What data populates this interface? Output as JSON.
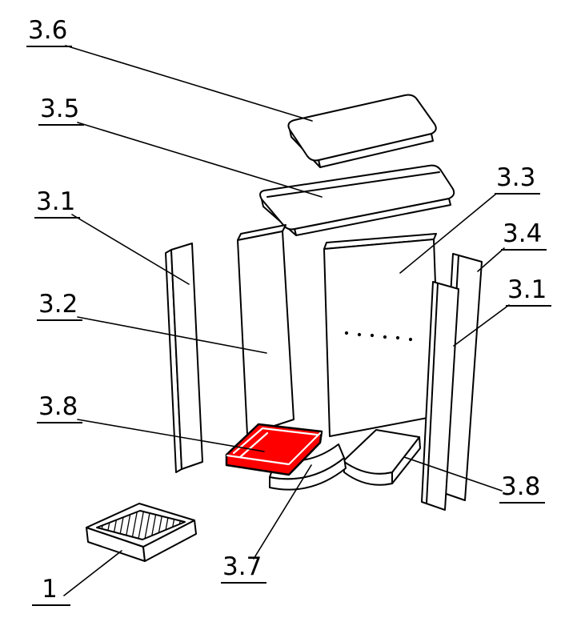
{
  "diagram": {
    "type": "exploded-parts-diagram",
    "background_color": "#ffffff",
    "line_color": "#000000",
    "highlight_color": "#ff0000",
    "highlighted_label": "3.8",
    "labels": {
      "l36": "3.6",
      "l35": "3.5",
      "l31_left": "3.1",
      "l32": "3.2",
      "l38_left": "3.8",
      "l1": "1",
      "l37": "3.7",
      "l33": "3.3",
      "l34": "3.4",
      "l31_right": "3.1",
      "l38_right": "3.8"
    }
  }
}
